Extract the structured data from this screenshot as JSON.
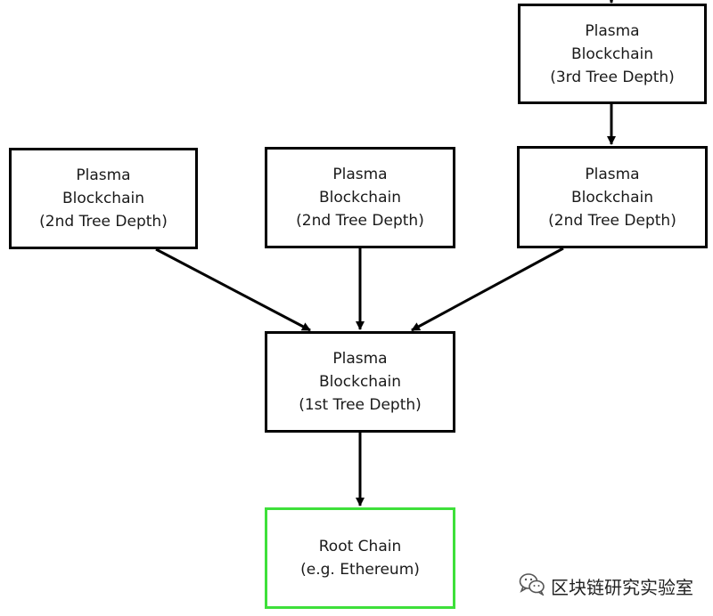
{
  "nodes": {
    "depth3": {
      "line1": "Plasma",
      "line2": "Blockchain",
      "line3": "(3rd Tree Depth)"
    },
    "depth2_left": {
      "line1": "Plasma",
      "line2": "Blockchain",
      "line3": "(2nd Tree Depth)"
    },
    "depth2_middle": {
      "line1": "Plasma",
      "line2": "Blockchain",
      "line3": "(2nd Tree Depth)"
    },
    "depth2_right": {
      "line1": "Plasma",
      "line2": "Blockchain",
      "line3": "(2nd Tree Depth)"
    },
    "depth1": {
      "line1": "Plasma",
      "line2": "Blockchain",
      "line3": "(1st Tree Depth)"
    },
    "root": {
      "line1": "Root Chain",
      "line2": "(e.g. Ethereum)"
    }
  },
  "colors": {
    "border": "#000000",
    "root_border": "#3ee03a",
    "arrow": "#000000"
  },
  "watermark": {
    "icon": "wechat-icon",
    "text": "区块链研究实验室"
  }
}
